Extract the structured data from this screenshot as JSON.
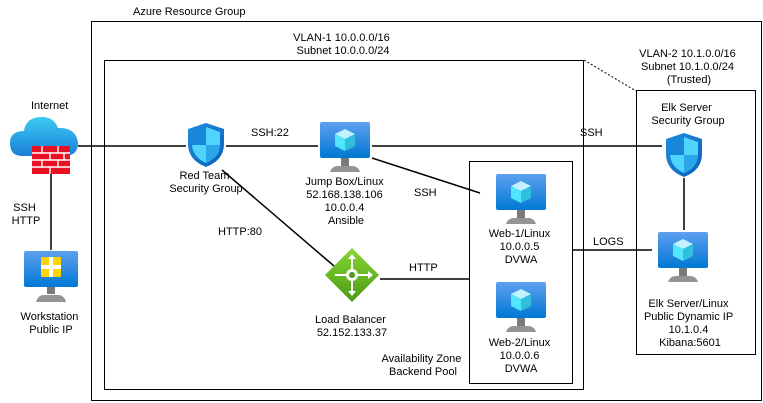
{
  "diagram": {
    "resource_group": {
      "label": "Azure Resource Group"
    },
    "vlan1": {
      "line1": "VLAN-1 10.0.0.0/16",
      "line2": "Subnet 10.0.0.0/24"
    },
    "vlan2": {
      "line1": "VLAN-2 10.1.0.0/16",
      "line2": "Subnet 10.1.0.0/24",
      "line3": "(Trusted)"
    },
    "internet": {
      "label": "Internet"
    },
    "workstation": {
      "line1": "Workstation",
      "line2": "Public IP"
    },
    "red_team_sg": {
      "line1": "Red Team",
      "line2": "Security Group"
    },
    "jump_box": {
      "line1": "Jump Box/Linux",
      "line2": "52.168.138.106",
      "line3": "10.0.0.4",
      "line4": "Ansible"
    },
    "load_balancer": {
      "line1": "Load Balancer",
      "line2": "52.152.133.37"
    },
    "web1": {
      "line1": "Web-1/Linux",
      "line2": "10.0.0.5",
      "line3": "DVWA"
    },
    "web2": {
      "line1": "Web-2/Linux",
      "line2": "10.0.0.6",
      "line3": "DVWA"
    },
    "availability_zone": {
      "line1": "Availability Zone",
      "line2": "Backend Pool"
    },
    "elk_sg": {
      "line1": "Elk Server",
      "line2": "Security Group"
    },
    "elk_server": {
      "line1": "Elk Server/Linux",
      "line2": "Public Dynamic IP",
      "line3": "10.1.0.4",
      "line4": "Kibana:5601"
    },
    "edges": {
      "internet_workstation": {
        "line1": "SSH",
        "line2": "HTTP"
      },
      "sg_jumpbox": "SSH:22",
      "jumpbox_elk": "SSH",
      "jumpbox_web": "SSH",
      "sg_lb": "HTTP:80",
      "lb_web": "HTTP",
      "web_elk": "LOGS"
    },
    "colors": {
      "azure_blue": "#0078d4",
      "light_blue": "#50e6ff",
      "firewall_red": "#e81123",
      "lb_green": "#5ea818",
      "line": "#000000"
    }
  }
}
